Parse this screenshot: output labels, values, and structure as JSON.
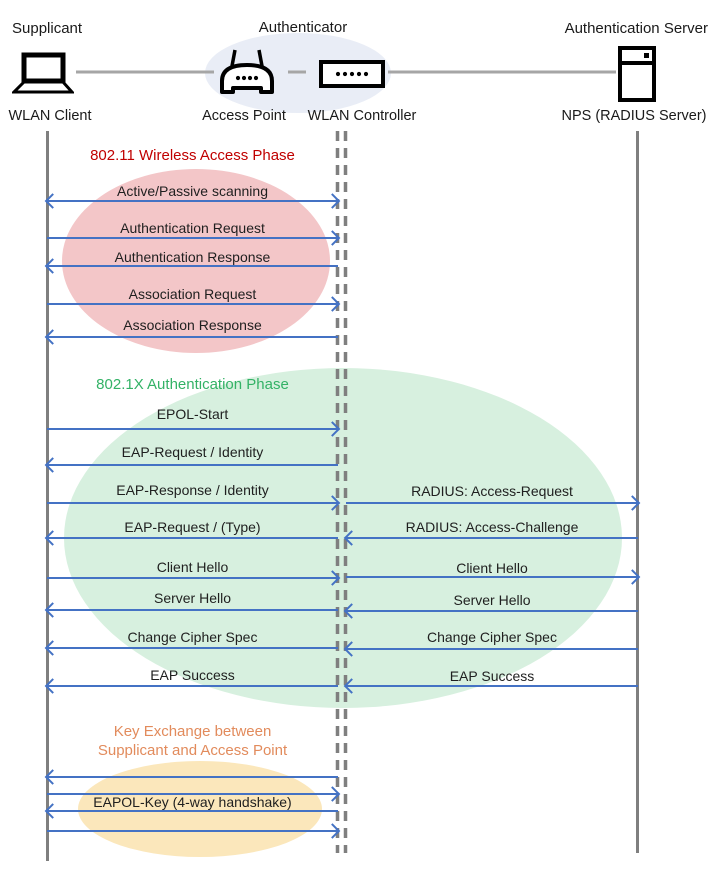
{
  "diagram": {
    "roles": {
      "supplicant": "Supplicant",
      "authenticator": "Authenticator",
      "auth_server": "Authentication Server"
    },
    "nodes": {
      "wlan_client": "WLAN Client",
      "access_point": "Access Point",
      "wlan_controller": "WLAN Controller",
      "nps": "NPS (RADIUS Server)"
    },
    "phases": {
      "p1": {
        "title": "802.11 Wireless Access Phase"
      },
      "p2": {
        "title": "802.1X Authentication Phase"
      },
      "p3": {
        "title_line1": "Key Exchange between",
        "title_line2": "Supplicant and Access Point"
      }
    },
    "left_messages": [
      {
        "label": "Active/Passive scanning",
        "direction": "both"
      },
      {
        "label": "Authentication Request",
        "direction": "right"
      },
      {
        "label": "Authentication Response",
        "direction": "left"
      },
      {
        "label": "Association Request",
        "direction": "right"
      },
      {
        "label": "Association Response",
        "direction": "left"
      },
      {
        "label": "EPOL-Start",
        "direction": "right"
      },
      {
        "label": "EAP-Request / Identity",
        "direction": "left"
      },
      {
        "label": "EAP-Response / Identity",
        "direction": "right"
      },
      {
        "label": "EAP-Request / (Type)",
        "direction": "left"
      },
      {
        "label": "Client Hello",
        "direction": "right"
      },
      {
        "label": "Server Hello",
        "direction": "left"
      },
      {
        "label": "Change Cipher Spec",
        "direction": "left"
      },
      {
        "label": "EAP Success",
        "direction": "left"
      },
      {
        "label": "",
        "direction": "left"
      },
      {
        "label": "",
        "direction": "right"
      },
      {
        "label": "EAPOL-Key (4-way handshake)",
        "direction": "left"
      },
      {
        "label": "",
        "direction": "right"
      }
    ],
    "right_messages": [
      {
        "label": "RADIUS: Access-Request",
        "direction": "right"
      },
      {
        "label": "RADIUS: Access-Challenge",
        "direction": "left"
      },
      {
        "label": "Client Hello",
        "direction": "right"
      },
      {
        "label": "Server Hello",
        "direction": "left"
      },
      {
        "label": "Change Cipher Spec",
        "direction": "left"
      },
      {
        "label": "EAP Success",
        "direction": "left"
      }
    ],
    "colors": {
      "arrow": "#4472C4",
      "lifeline": "#7F7F7F",
      "connector": "#A6A6A6",
      "phase1_fill": "#F3C6C8",
      "phase1_text": "#C00000",
      "phase2_fill": "#D7F0DF",
      "phase2_text": "#33B266",
      "phase3_fill": "#FBE7BB",
      "phase3_text": "#E28B5C",
      "authenticator_fill": "#E9EDF6"
    }
  }
}
